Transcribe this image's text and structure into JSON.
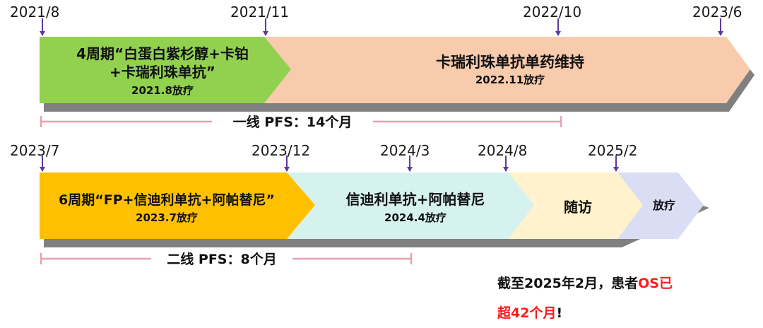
{
  "row1": {
    "dates": [
      "2021/8",
      "2021/11",
      "2022/10",
      "2023/6"
    ],
    "arrow1": {
      "line1": "4周期“白蛋白紫杉醇+卡铂",
      "line2": "+卡瑞利珠单抗”",
      "line3": "2021.8放疗",
      "color": "#92d050"
    },
    "arrow2": {
      "line1": "卡瑞利珠单抗单药维持",
      "line2": "2022.11放疗",
      "color": "#f8cbad"
    },
    "pfs": "一线 PFS：14个月"
  },
  "row2": {
    "dates": [
      "2023/7",
      "2023/12",
      "2024/3",
      "2024/8",
      "2025/2"
    ],
    "arrow1": {
      "line1": "6周期“FP+信迪利单抗+阿帕替尼”",
      "line2": "2023.7放疗",
      "color": "#ffc000"
    },
    "arrow2": {
      "line1": "信迪利单抗+阿帕替尼",
      "line2": "2024.4放疗",
      "color": "#d6f2ee"
    },
    "arrow3": {
      "line1": "随访",
      "color": "#fff2cc"
    },
    "arrow4": {
      "line1": "放疗",
      "color": "#d9def4"
    },
    "pfs": "二线 PFS：8个月"
  },
  "summary": {
    "line1_a": "截至2025年2月，患者",
    "line1_b": "OS已",
    "line2_a": "超42个月",
    "line2_b": "!"
  },
  "colors": {
    "tick": "#5b3a9e",
    "bracket": "#e8a0b0",
    "shadow": "#7f7f7f",
    "highlight": "#ff1a1a"
  }
}
